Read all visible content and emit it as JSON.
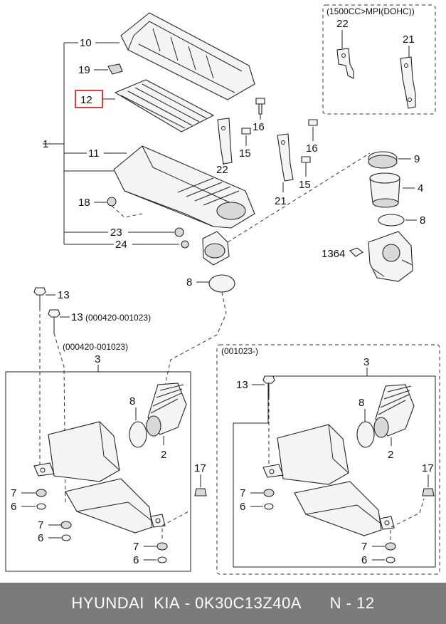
{
  "callouts": {
    "c1": "1",
    "c10": "10",
    "c19": "19",
    "c12": "12",
    "c11": "11",
    "c18": "18",
    "c23": "23",
    "c24": "24",
    "c16": "16",
    "c15a": "15",
    "c22a": "22",
    "c21a": "21",
    "c16b": "16",
    "c15b": "15",
    "c9": "9",
    "c4": "4",
    "c8a": "8",
    "c1364": "1364",
    "c8b": "8",
    "c13a": "13",
    "c13b": "13",
    "c22b": "22",
    "c21b": "21",
    "c3a": "3",
    "c8c": "8",
    "c2a": "2",
    "c17a": "17",
    "c7a": "7",
    "c6a": "6",
    "c7b": "7",
    "c6b": "6",
    "c7c": "7",
    "c6c": "6",
    "c3b": "3",
    "c13c": "13",
    "c8d": "8",
    "c2b": "2",
    "c17b": "17",
    "c7d": "7",
    "c6d": "6",
    "c7e": "7",
    "c6e": "6"
  },
  "notes": {
    "inset_title": "(1500CC>MPI(DOHC))",
    "range_a": "(000420-001023)",
    "range_b": "(000420-001023)",
    "range_c": "(001023-)"
  },
  "highlight_color": "#e23b3b",
  "footer": {
    "brand": "HYUNDAI  KIA",
    "sep": " - ",
    "part_no": "0K30C13Z40A",
    "page": "N - 12"
  }
}
